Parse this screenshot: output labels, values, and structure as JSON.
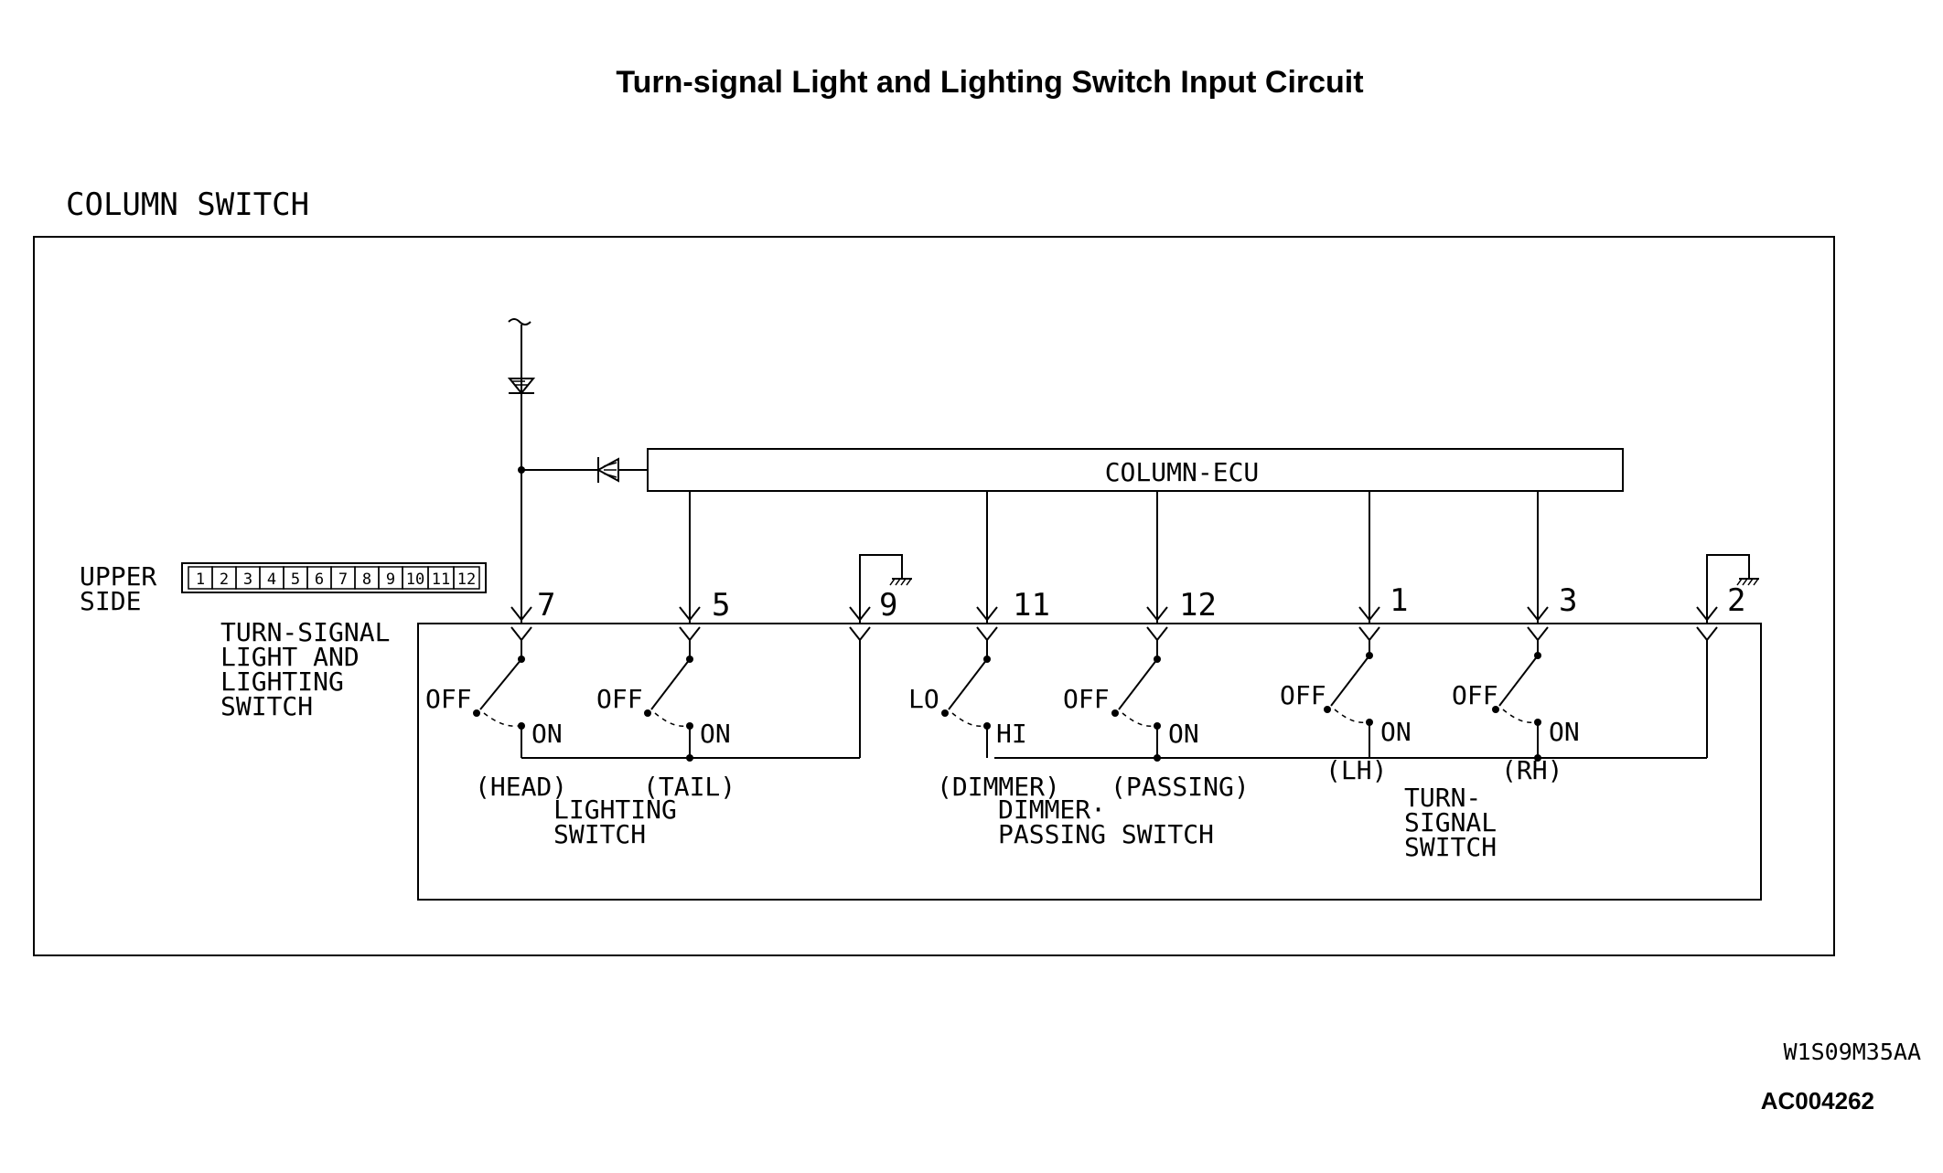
{
  "title": "Turn-signal Light and Lighting Switch Input Circuit",
  "outer_label": "COLUMN SWITCH",
  "ecu_label": "COLUMN-ECU",
  "connector": {
    "label_line1": "UPPER",
    "label_line2": "SIDE",
    "cells": [
      "1",
      "2",
      "3",
      "4",
      "5",
      "6",
      "7",
      "8",
      "9",
      "10",
      "11",
      "12"
    ]
  },
  "switch_group_label": [
    "TURN-SIGNAL",
    "LIGHT AND",
    "LIGHTING",
    "SWITCH"
  ],
  "pins": [
    "7",
    "5",
    "9",
    "11",
    "12",
    "1",
    "3",
    "2"
  ],
  "switches": [
    {
      "off": "OFF",
      "on": "ON",
      "sub": "(HEAD)"
    },
    {
      "off": "OFF",
      "on": "ON",
      "sub": "(TAIL)"
    },
    {
      "off": "LO",
      "on": "HI",
      "sub": "(DIMMER)"
    },
    {
      "off": "OFF",
      "on": "ON",
      "sub": "(PASSING)"
    },
    {
      "off": "OFF",
      "on": "ON",
      "sub": "(LH)"
    },
    {
      "off": "OFF",
      "on": "ON",
      "sub": "(RH)"
    }
  ],
  "group_labels": {
    "lighting": [
      "LIGHTING",
      "SWITCH"
    ],
    "dimmer": [
      "DIMMER·",
      "PASSING SWITCH"
    ],
    "turn": [
      "TURN-",
      "SIGNAL",
      "SWITCH"
    ]
  },
  "figure_code": "W1S09M35AA",
  "reference_id": "AC004262"
}
